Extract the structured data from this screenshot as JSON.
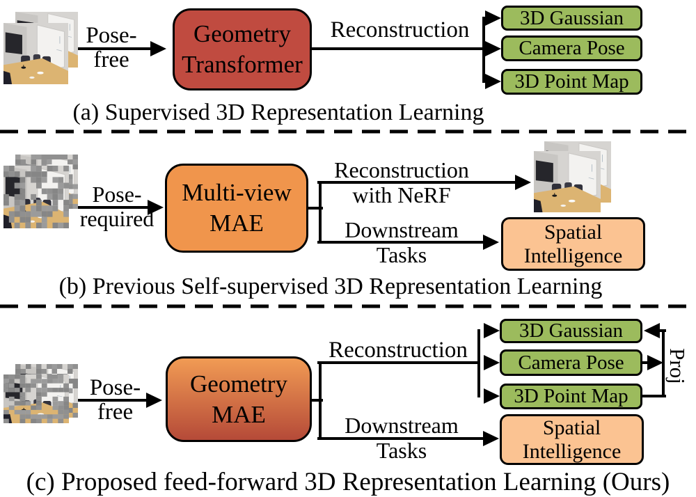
{
  "colors": {
    "bg": "#ffffff",
    "box-red": "#c04b40",
    "box-orange": "#f0954c",
    "box-green": "#9cbb5d",
    "box-peach": "#fbc392",
    "grad-top": "#f19b54",
    "grad-bottom": "#b54a38",
    "wire": "#000000"
  },
  "photo": {
    "wall": "#d6d4d1",
    "wall_shade": "#c8c6c3",
    "monitor": "#26262b",
    "whiteboard": "#f3f2f0",
    "table": "#dcb472",
    "chair": "#2e2e38",
    "paper": "#fbfbfa",
    "mask_grays": [
      "#909090",
      "#868686",
      "#9b9b9b"
    ]
  },
  "sections": {
    "a": {
      "caption": "(a) Supervised 3D Representation Learning",
      "input_label_line1": "Pose-",
      "input_label_line2": "free",
      "model_line1": "Geometry",
      "model_line2": "Transformer",
      "arrow_label": "Reconstruction",
      "outputs": [
        "3D Gaussian",
        "Camera Pose",
        "3D Point Map"
      ]
    },
    "b": {
      "caption": "(b) Previous Self-supervised 3D Representation Learning",
      "input_label_line1": "Pose-",
      "input_label_line2": "required",
      "model_line1": "Multi-view",
      "model_line2": "MAE",
      "branch1_line1": "Reconstruction",
      "branch1_line2": "with NeRF",
      "branch2_line1": "Downstream",
      "branch2_line2": "Tasks",
      "output_line1": "Spatial",
      "output_line2": "Intelligence"
    },
    "c": {
      "caption": "(c) Proposed feed-forward 3D Representation Learning (Ours)",
      "input_label_line1": "Pose-",
      "input_label_line2": "free",
      "model_line1": "Geometry",
      "model_line2": "MAE",
      "branch1_label": "Reconstruction",
      "branch2_line1": "Downstream",
      "branch2_line2": "Tasks",
      "outputs": [
        "3D Gaussian",
        "Camera Pose",
        "3D Point Map"
      ],
      "proj_label": "Proj",
      "output_line1": "Spatial",
      "output_line2": "Intelligence"
    }
  }
}
